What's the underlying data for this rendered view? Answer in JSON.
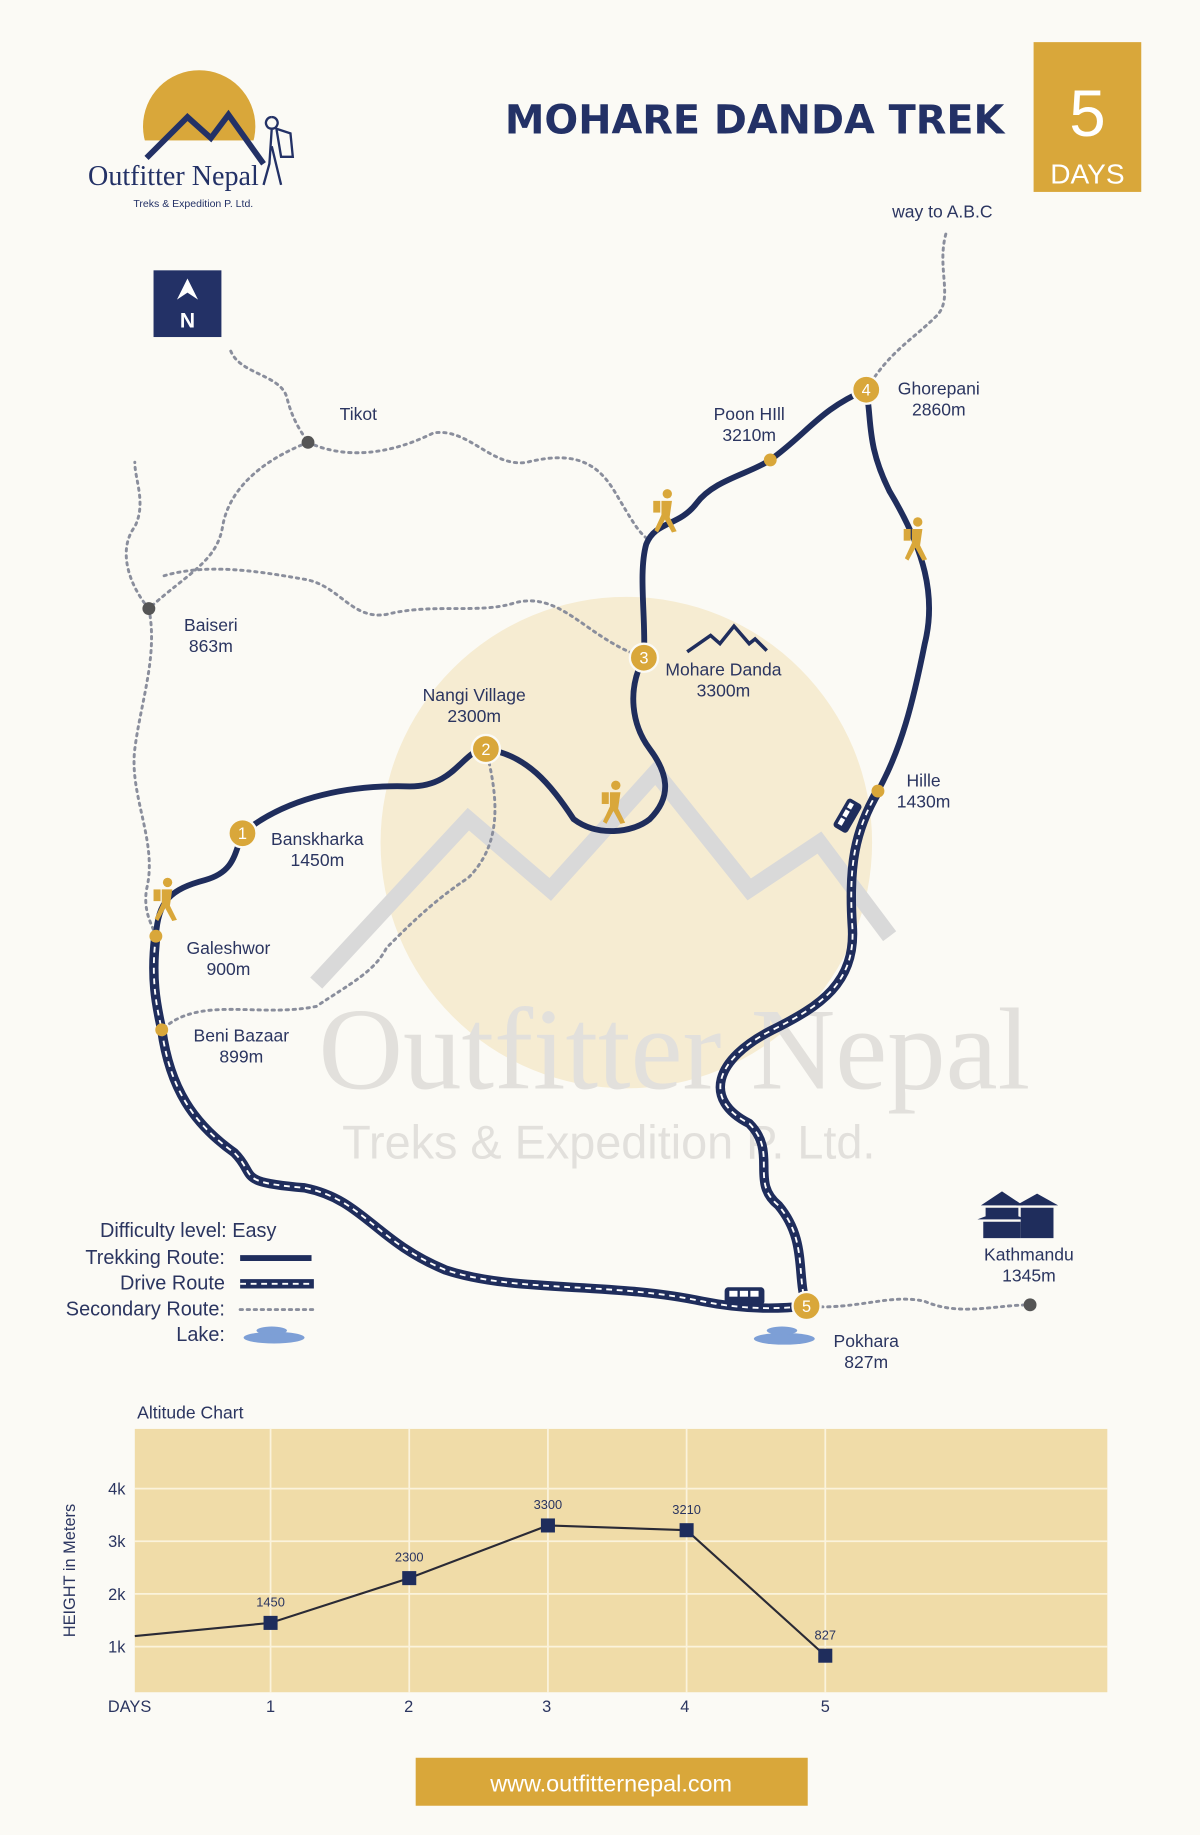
{
  "logo": {
    "name": "Outfitter Nepal",
    "tagline": "Treks & Expedition P. Ltd."
  },
  "title": "MOHARE DANDA TREK",
  "duration": {
    "number": "5",
    "unit": "DAYS"
  },
  "compass": {
    "label": "N"
  },
  "colors": {
    "navy": "#1f2d5c",
    "gold": "#d9a73a",
    "background": "#fbfaf5",
    "chart_bg": "#f0dca8"
  },
  "map": {
    "way_to_abc": "way to A.B.C",
    "stops": [
      {
        "num": "1",
        "name": "Banskharka",
        "alt": "1450m"
      },
      {
        "num": "2",
        "name": "Nangi Village",
        "alt": "2300m"
      },
      {
        "num": "3",
        "name": "Mohare Danda",
        "alt": "3300m"
      },
      {
        "num": "4",
        "name": "Ghorepani",
        "alt": "2860m"
      },
      {
        "num": "5",
        "name": "Pokhara",
        "alt": "827m"
      }
    ],
    "places": [
      {
        "name": "Tikot",
        "alt": ""
      },
      {
        "name": "Baiseri",
        "alt": "863m"
      },
      {
        "name": "Poon HIll",
        "alt": "3210m"
      },
      {
        "name": "Hille",
        "alt": "1430m"
      },
      {
        "name": "Galeshwor",
        "alt": "900m"
      },
      {
        "name": "Beni Bazaar",
        "alt": "899m"
      },
      {
        "name": "Kathmandu",
        "alt": "1345m"
      }
    ]
  },
  "legend": {
    "difficulty": "Difficulty level: Easy",
    "trekking": "Trekking Route:",
    "drive": "Drive Route",
    "secondary": "Secondary Route:",
    "lake": "Lake:"
  },
  "chart_data": {
    "type": "line",
    "title": "Altitude Chart",
    "xlabel": "DAYS",
    "ylabel": "HEIGHT in Meters",
    "categories": [
      "1",
      "2",
      "3",
      "4",
      "5"
    ],
    "x": [
      1,
      2,
      3,
      4,
      5
    ],
    "values": [
      1450,
      2300,
      3300,
      3210,
      827
    ],
    "start_value": 1200,
    "yticks": [
      "1k",
      "2k",
      "3k",
      "4k"
    ],
    "ylim": [
      0,
      5000
    ],
    "grid": true
  },
  "footer": {
    "url": "www.outfitternepal.com"
  }
}
